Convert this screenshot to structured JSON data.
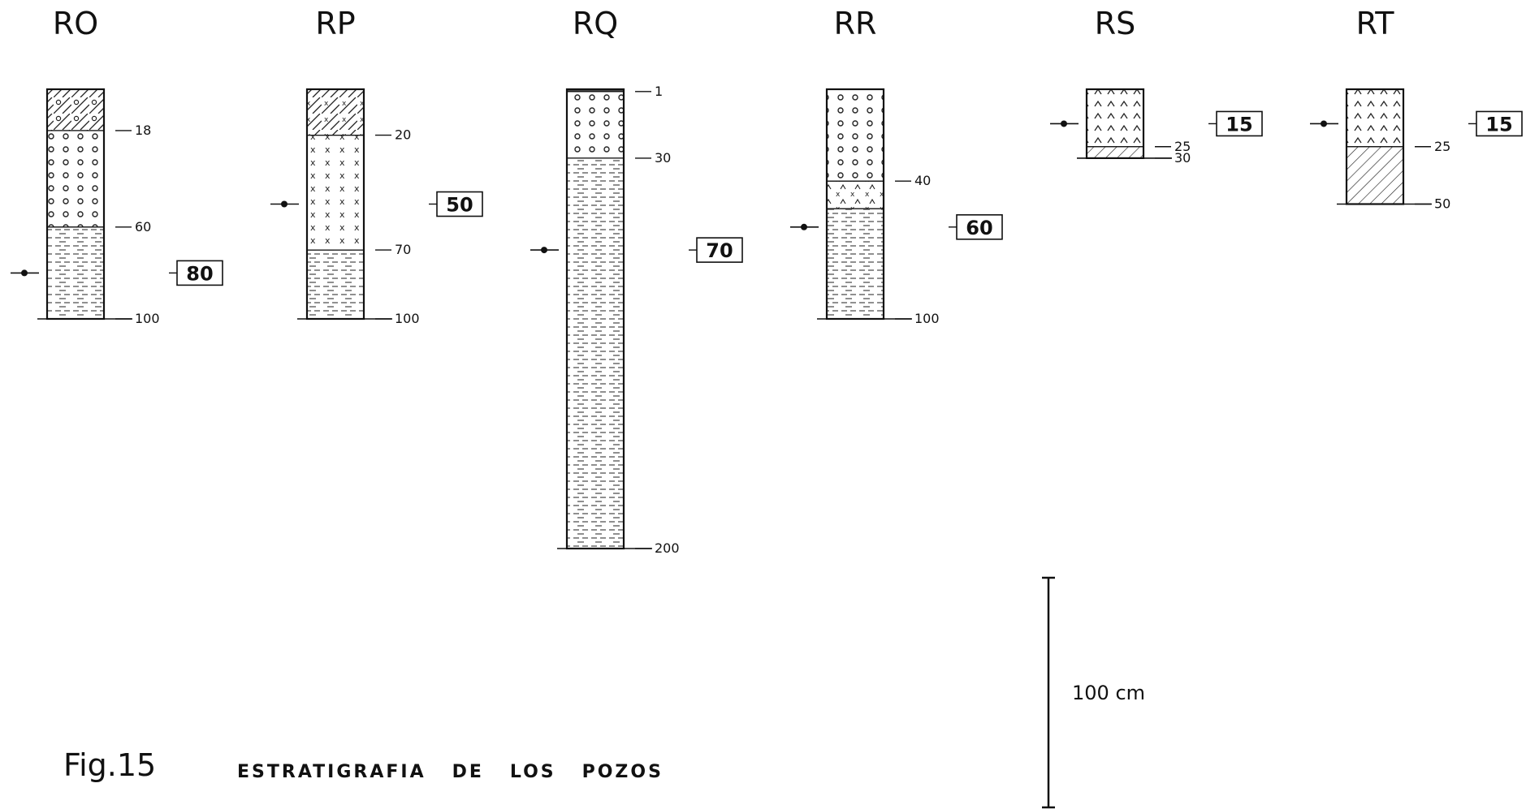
{
  "figure": {
    "caption_number": "Fig.15",
    "caption_text": "ESTRATIGRAFIA   DE   LOS   POZOS",
    "scale_bar": {
      "label": "100 cm",
      "value_cm": 100
    }
  },
  "wells": [
    {
      "id": "RO",
      "total_depth": 100,
      "water_level": 80,
      "water_label": "80",
      "layers": [
        {
          "from": 0,
          "to": 18,
          "pattern": "hatch-circles"
        },
        {
          "from": 18,
          "to": 60,
          "pattern": "circles"
        },
        {
          "from": 60,
          "to": 100,
          "pattern": "dashes"
        }
      ],
      "depth_labels": [
        "18",
        "60",
        "100"
      ]
    },
    {
      "id": "RP",
      "total_depth": 100,
      "water_level": 50,
      "water_label": "50",
      "layers": [
        {
          "from": 0,
          "to": 20,
          "pattern": "hatch-crosses"
        },
        {
          "from": 20,
          "to": 70,
          "pattern": "crosses"
        },
        {
          "from": 70,
          "to": 100,
          "pattern": "dashes"
        }
      ],
      "depth_labels": [
        "20",
        "70",
        "100"
      ]
    },
    {
      "id": "RQ",
      "total_depth": 200,
      "water_level": 70,
      "water_label": "70",
      "layers": [
        {
          "from": 0,
          "to": 1,
          "pattern": "thin-band"
        },
        {
          "from": 1,
          "to": 30,
          "pattern": "circles"
        },
        {
          "from": 30,
          "to": 200,
          "pattern": "dashes"
        }
      ],
      "depth_labels": [
        "1",
        "30",
        "200"
      ]
    },
    {
      "id": "RR",
      "total_depth": 100,
      "water_level": 60,
      "water_label": "60",
      "layers": [
        {
          "from": 0,
          "to": 40,
          "pattern": "circles"
        },
        {
          "from": 40,
          "to": 52,
          "pattern": "crosses-carets"
        },
        {
          "from": 52,
          "to": 100,
          "pattern": "dashes"
        }
      ],
      "depth_labels": [
        "40",
        "100"
      ]
    },
    {
      "id": "RS",
      "total_depth": 30,
      "water_level": 15,
      "water_label": "15",
      "layers": [
        {
          "from": 0,
          "to": 25,
          "pattern": "carets"
        },
        {
          "from": 25,
          "to": 30,
          "pattern": "hatch"
        }
      ],
      "depth_labels": [
        "25",
        "30"
      ]
    },
    {
      "id": "RT",
      "total_depth": 50,
      "water_level": 15,
      "water_label": "15",
      "layers": [
        {
          "from": 0,
          "to": 25,
          "pattern": "carets"
        },
        {
          "from": 25,
          "to": 50,
          "pattern": "hatch"
        }
      ],
      "depth_labels": [
        "25",
        "50"
      ]
    }
  ]
}
